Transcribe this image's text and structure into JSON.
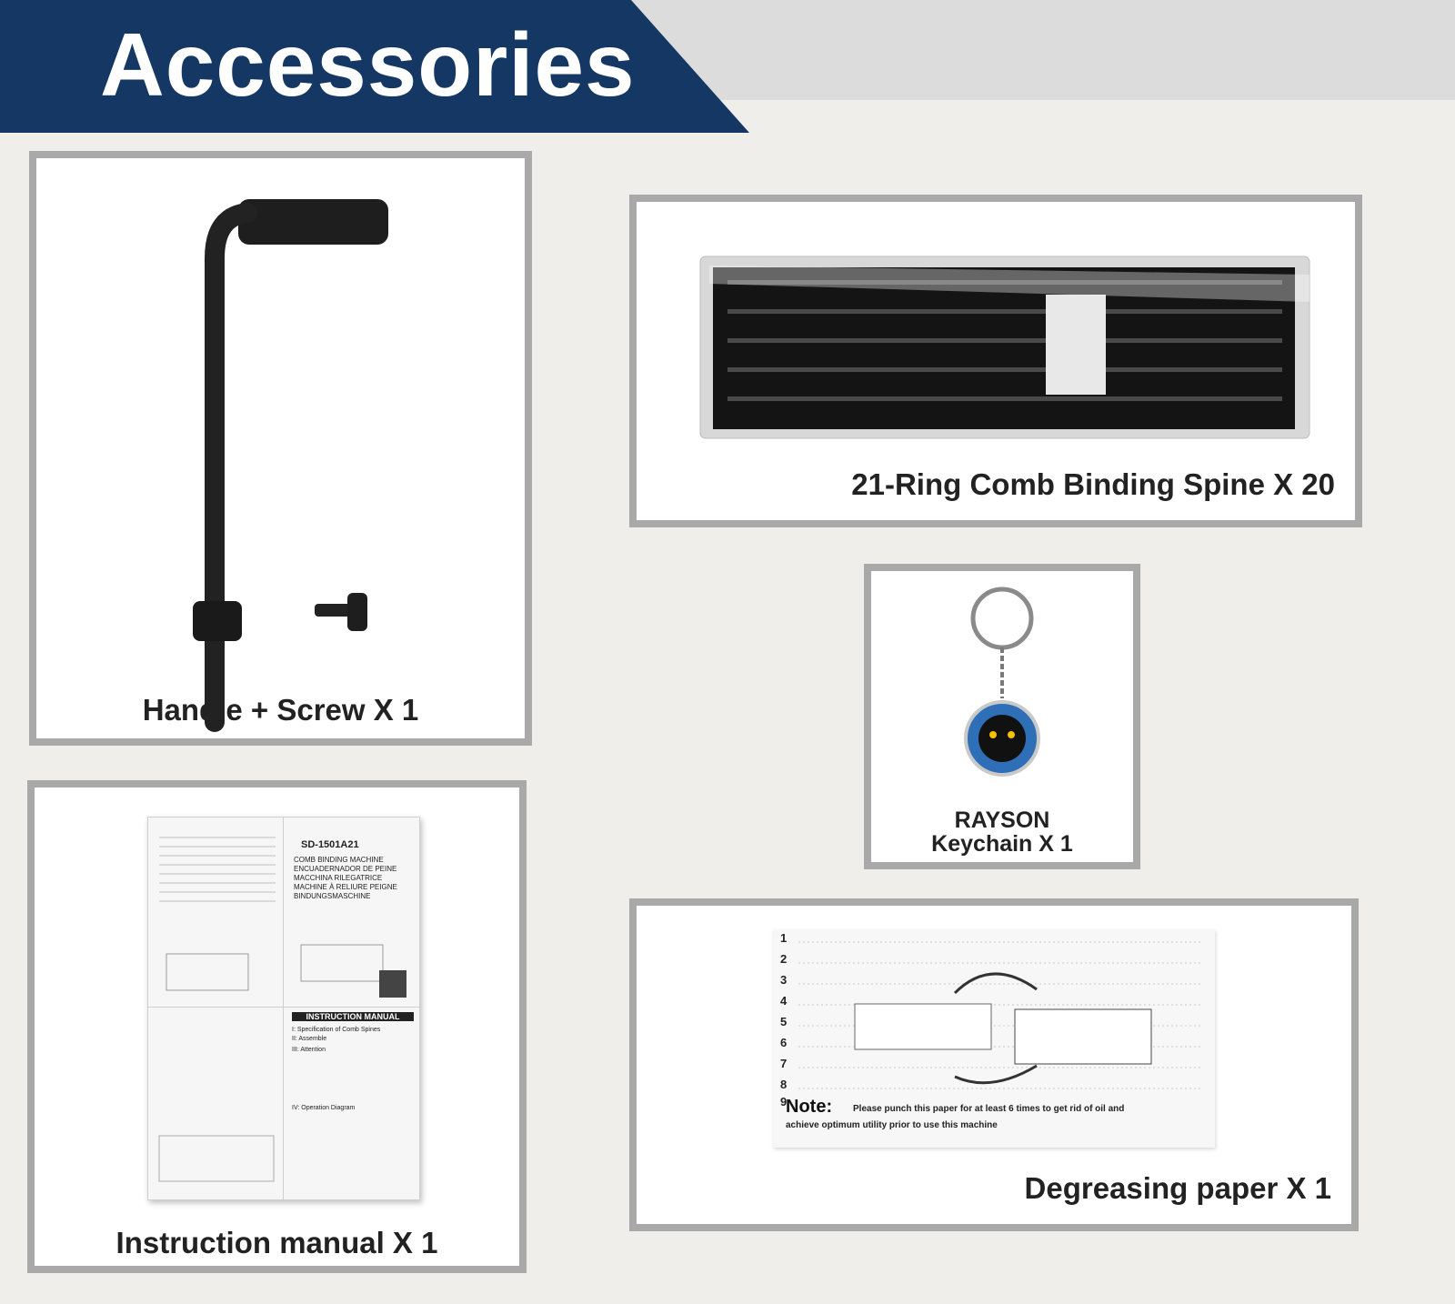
{
  "header": {
    "title": "Accessories"
  },
  "items": {
    "handle": {
      "label": "Handle + Screw X 1"
    },
    "spine": {
      "label": "21-Ring Comb Binding Spine X 20"
    },
    "keychain": {
      "brand": "RAYSON",
      "label": "Keychain X 1"
    },
    "manual": {
      "label": "Instruction manual X 1",
      "model": "SD-1501A21",
      "languages": [
        "COMB BINDING MACHINE",
        "ENCUADERNADOR DE PEINE",
        "MACCHINA RILEGATRICE",
        "MACHINE À RELIURE PEIGNE",
        "BINDUNGSMASCHINE"
      ],
      "section_title": "INSTRUCTION MANUAL",
      "sections": [
        "I: Specification of Comb Spines",
        "II: Assemble",
        "III: Attention",
        "IV: Operation Diagram"
      ]
    },
    "degreasing": {
      "label": "Degreasing paper X 1",
      "line_numbers": [
        "1",
        "2",
        "3",
        "4",
        "5",
        "6",
        "7",
        "8",
        "9"
      ],
      "note_title": "Note:",
      "note_text": "Please punch this paper for at least 6 times to get rid of oil and",
      "note_text2": "achieve optimum utility prior to use this machine"
    }
  },
  "colors": {
    "header_navy": "#143764",
    "header_gray": "#dcdcdc",
    "border": "#a9a9a9",
    "background": "#efeeea"
  }
}
